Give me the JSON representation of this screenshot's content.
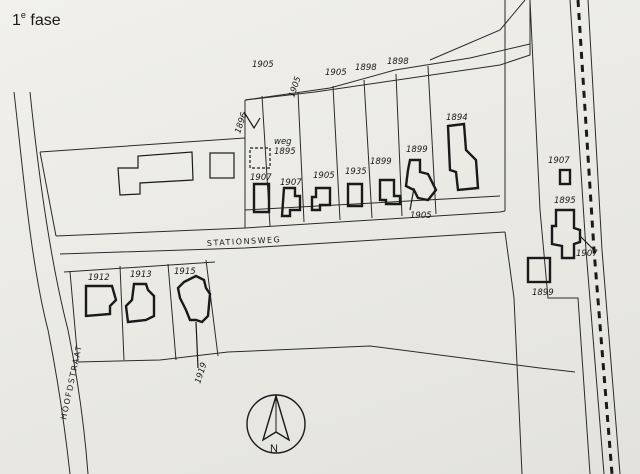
{
  "phase_title": "1e fase",
  "phase_title_main": "1",
  "phase_title_sup": "e",
  "phase_title_rest": " fase",
  "streets": {
    "stationsweg": "STATIONSWEG",
    "hoofdstraat": "HOOFDSTRAAT"
  },
  "compass": {
    "label": "N"
  },
  "year_labels": {
    "top_1905_a": "1905",
    "top_1905_b": "1905",
    "top_1905_c": "1905",
    "top_1898_a": "1898",
    "top_1898_b": "1898",
    "top_1896": "1896",
    "weg": "weg",
    "weg_year": "1895",
    "b1907_a": "1907",
    "b1907_b": "1907",
    "b1905": "1905",
    "b1935": "1935",
    "b1899": "1899",
    "b1899_b": "1899",
    "b1894": "1894",
    "b1905_bottom": "1905",
    "right_1907": "1907",
    "right_1895": "1895",
    "right_1907_rail": "1907",
    "right_1899": "1899",
    "s1912": "1912",
    "s1913": "1913",
    "s1915": "1915",
    "s1919": "1919"
  },
  "colors": {
    "ink": "#1a1a1a",
    "paper": "#ecebe6"
  }
}
